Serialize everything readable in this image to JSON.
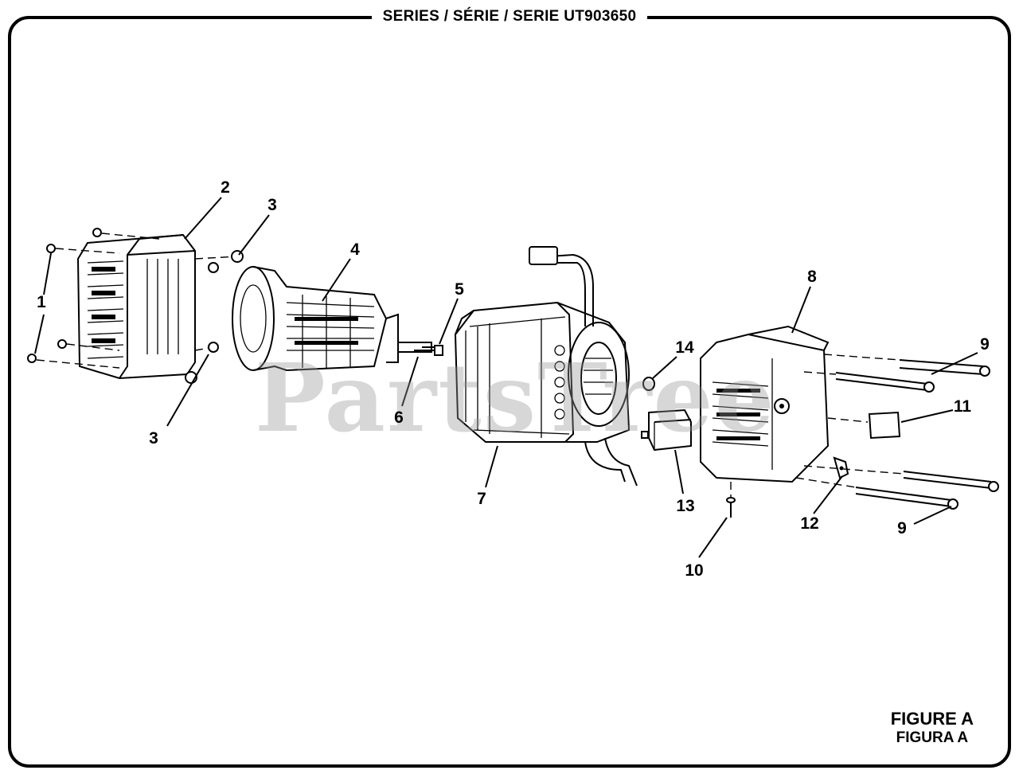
{
  "header": {
    "title": "SERIES / SÉRIE / SERIE UT903650"
  },
  "watermark": {
    "text": "PartsTree"
  },
  "figure": {
    "label": "FIGURE A",
    "label_es": "FIGURA A"
  },
  "callouts": {
    "c1": "1",
    "c2": "2",
    "c3a": "3",
    "c3b": "3",
    "c4": "4",
    "c5": "5",
    "c6": "6",
    "c7": "7",
    "c8": "8",
    "c9a": "9",
    "c9b": "9",
    "c10": "10",
    "c11": "11",
    "c12": "12",
    "c13": "13",
    "c14": "14"
  }
}
